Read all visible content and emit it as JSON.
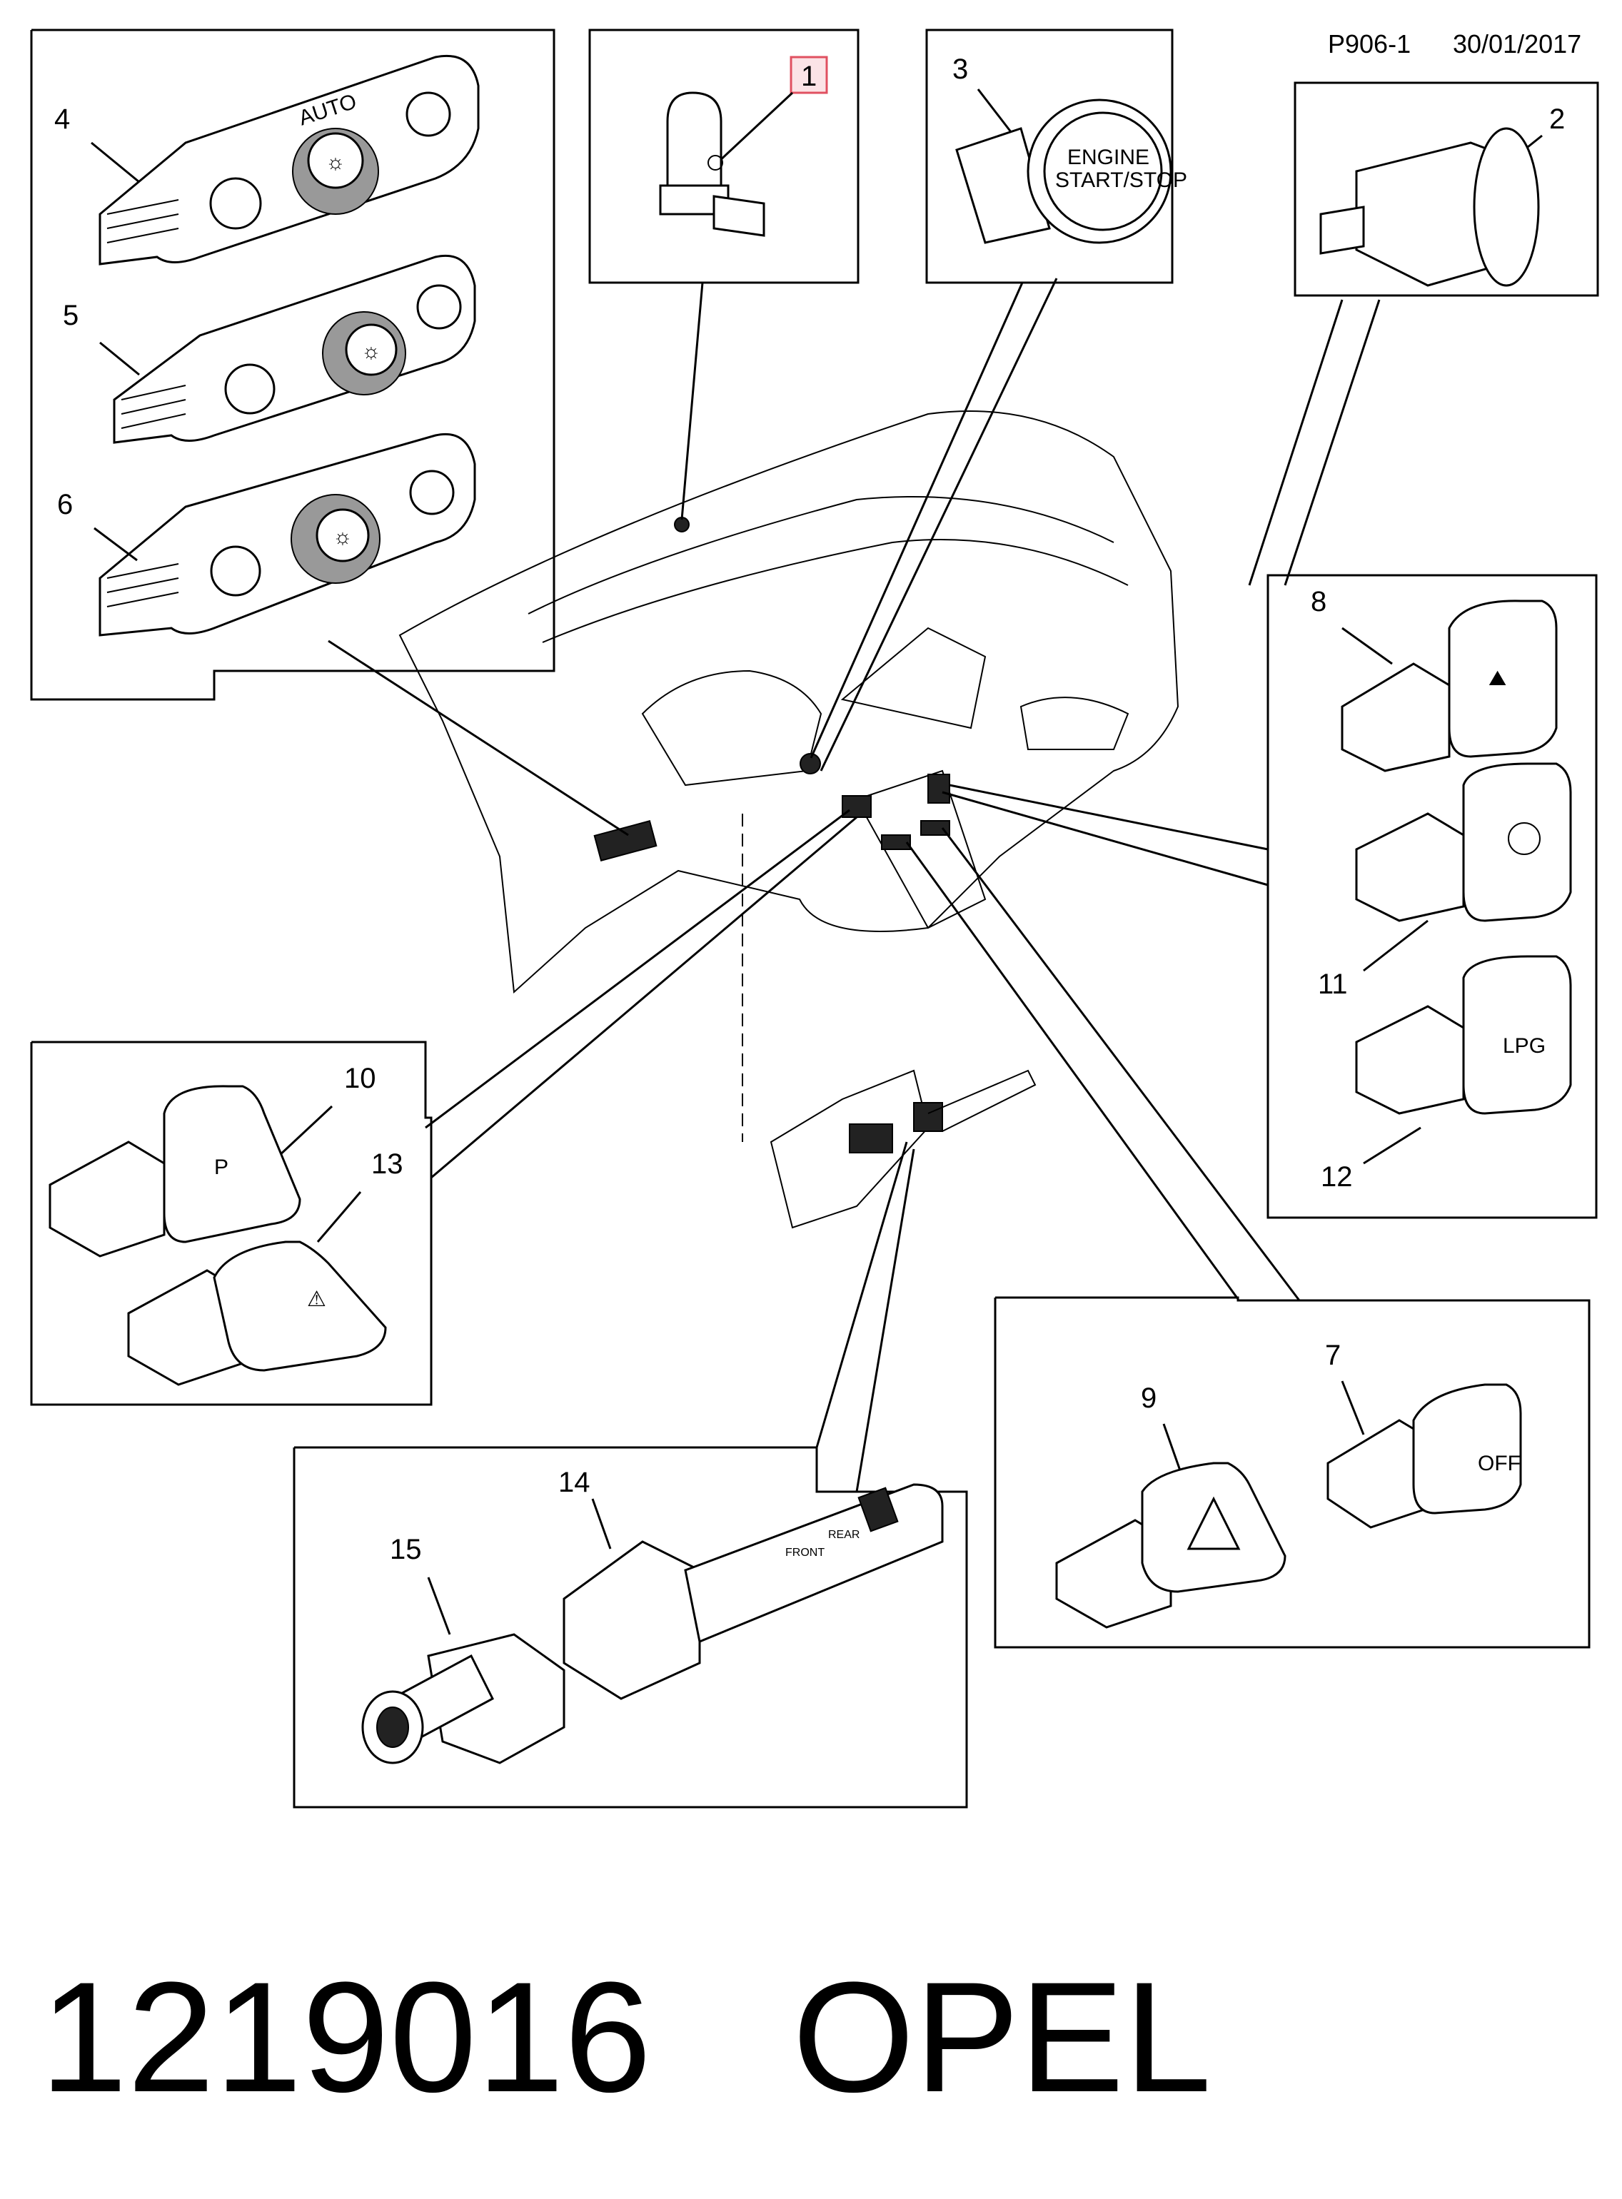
{
  "header": {
    "code": "P906-1",
    "date": "30/01/2017"
  },
  "footer": {
    "part_number": "1219016",
    "brand": "OPEL"
  },
  "callouts": [
    "1",
    "2",
    "3",
    "4",
    "5",
    "6",
    "7",
    "8",
    "9",
    "10",
    "11",
    "12",
    "13",
    "14",
    "15"
  ],
  "button_texts": {
    "engine": "ENGINE",
    "start_stop": "START/STOP",
    "auto": "AUTO",
    "lpg": "LPG",
    "off": "OFF",
    "p": "P",
    "front": "FRONT",
    "rear": "REAR"
  },
  "icons": {
    "highlight_color": "#e05060",
    "line_color": "#000000"
  }
}
